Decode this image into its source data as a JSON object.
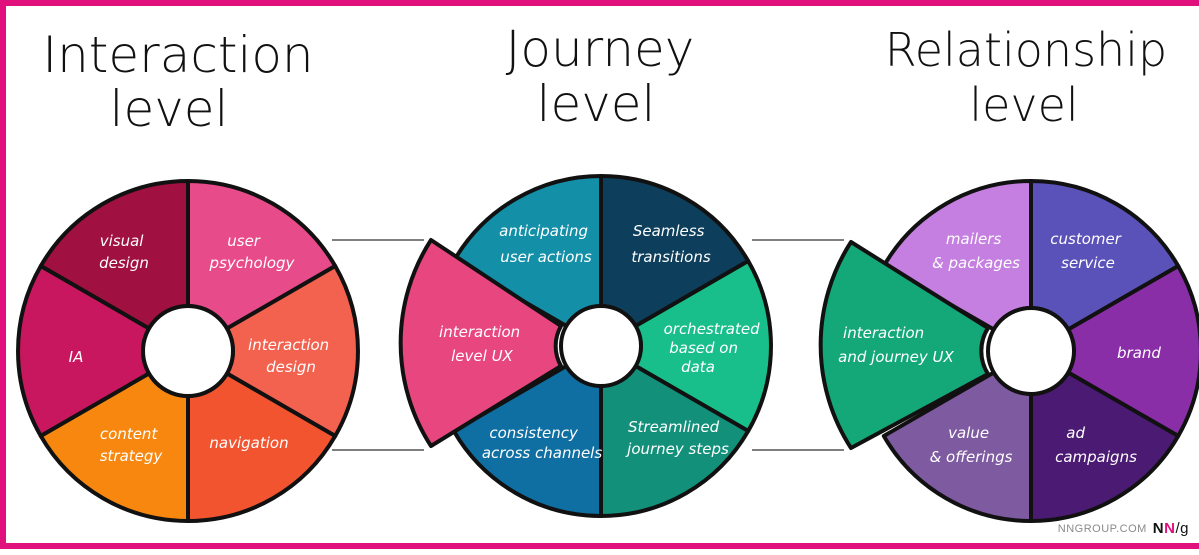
{
  "colors": {
    "border": "#e0107d"
  },
  "titles": {
    "interaction": [
      "Interaction",
      "level"
    ],
    "journey": [
      "Journey",
      "level"
    ],
    "relationship": [
      "Relationship",
      "level"
    ]
  },
  "interaction_wheel": {
    "visual_design": [
      "visual",
      "design"
    ],
    "user_psychology": [
      "user",
      "psychology"
    ],
    "ia": [
      "IA"
    ],
    "interaction_design": [
      "interaction",
      "design"
    ],
    "content_strategy": [
      "content",
      "strategy"
    ],
    "navigation": [
      "navigation"
    ]
  },
  "journey_wheel": {
    "anticipating": [
      "anticipating",
      "user actions"
    ],
    "seamless": [
      "Seamless",
      "transitions"
    ],
    "interaction_level": [
      "interaction",
      "level UX"
    ],
    "orchestrated": [
      "orchestrated",
      "based on",
      "data"
    ],
    "consistency": [
      "consistency",
      "across channels"
    ],
    "streamlined": [
      "Streamlined",
      "journey steps"
    ]
  },
  "relationship_wheel": {
    "mailers": [
      "mailers",
      "& packages"
    ],
    "customer_service": [
      "customer",
      "service"
    ],
    "interaction_journey": [
      "interaction",
      "and journey UX"
    ],
    "brand": [
      "brand"
    ],
    "value": [
      "value",
      "& offerings"
    ],
    "ad_campaigns": [
      "ad",
      "campaigns"
    ]
  },
  "footer": {
    "site": "NNGROUP.COM",
    "logo_n1": "N",
    "logo_n2": "N",
    "logo_g": "/g"
  }
}
